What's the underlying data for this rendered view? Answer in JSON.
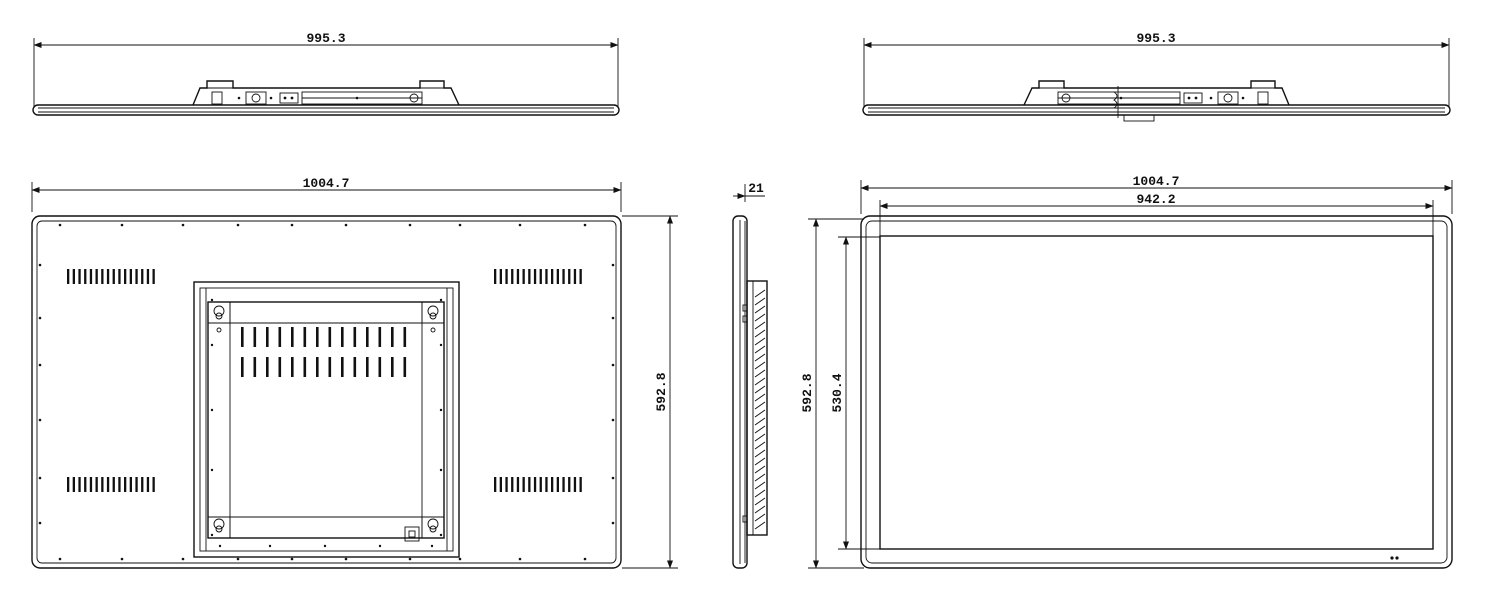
{
  "drawing_title": "",
  "top_views": {
    "left": {
      "width_label": "995.3"
    },
    "right": {
      "width_label": "995.3"
    }
  },
  "rear_view": {
    "width_label": "1004.7",
    "height_label": "592.8",
    "vent_slots_per_group": 16,
    "vesa_slots_per_row": 14
  },
  "side_view": {
    "depth_label": "21"
  },
  "front_view": {
    "outer_width_label": "1004.7",
    "active_width_label": "942.2",
    "outer_height_label": "592.8",
    "active_height_label": "530.4"
  }
}
